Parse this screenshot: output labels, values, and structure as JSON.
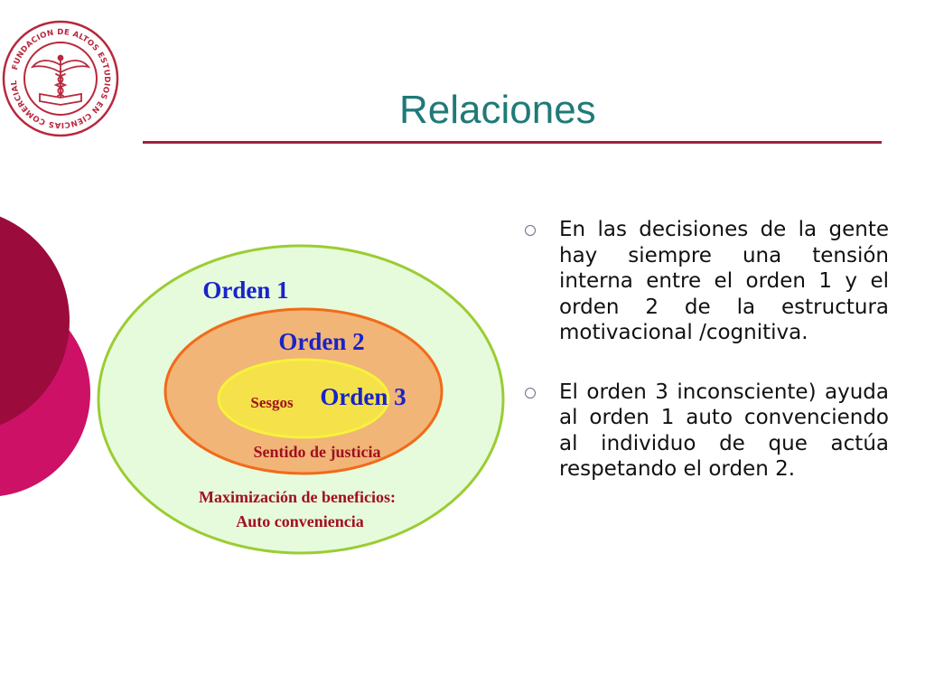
{
  "slide": {
    "title": "Relaciones"
  },
  "logo": {
    "ring_text": "FUNDACION DE ALTOS ESTUDIOS EN CIENCIAS COMERCIALES",
    "icon": "caduceus-book-seal-icon"
  },
  "diagram": {
    "outer_label": "Orden 1",
    "middle_label": "Orden 2",
    "inner_label": "Orden 3",
    "inner_sublabel": "Sesgos",
    "middle_caption": "Sentido de justicia",
    "outer_caption_line1": "Maximización de beneficios:",
    "outer_caption_line2": "Auto conveniencia"
  },
  "bullets": [
    {
      "text": "En las decisiones de la gente hay siempre una tensión interna entre el orden 1 y el orden 2 de la estructura motivacional /cognitiva."
    },
    {
      "text": " El orden 3 inconsciente) ayuda al orden 1 auto convenciendo al individuo de que actúa respetando el orden 2."
    }
  ],
  "colors": {
    "title": "#1f7a78",
    "accent_rule": "#a3203b",
    "deco_dark": "#9b0b3b",
    "deco_light": "#cc1167",
    "outer_fill": "#e6fbdc",
    "outer_stroke": "#9acd32",
    "middle_fill": "#f1b577",
    "middle_stroke": "#f26a1b",
    "inner_fill": "#f5e14a",
    "inner_stroke": "#f8f23a",
    "label_blue": "#1a23c9",
    "label_red": "#a01020"
  }
}
